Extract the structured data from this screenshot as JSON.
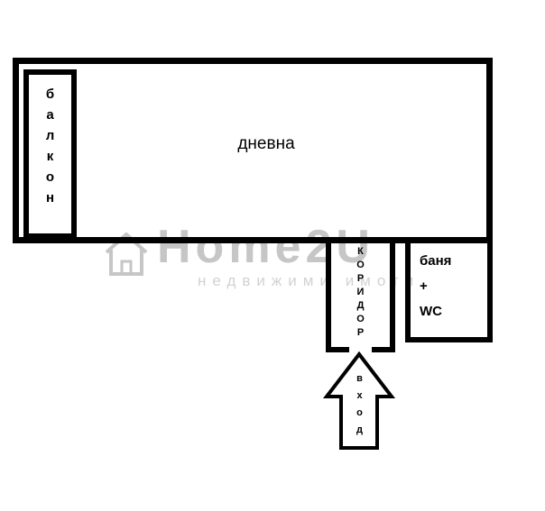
{
  "colors": {
    "wall": "#000000",
    "background": "#ffffff",
    "watermark_brand": "#c6c6c6",
    "watermark_subtitle": "#d2d2d2"
  },
  "watermark": {
    "brand": "Home2U",
    "subtitle": "недвижими имоти",
    "icon": "house-icon"
  },
  "rooms": {
    "living": {
      "label": "дневна"
    },
    "balcony": {
      "label": "балкон",
      "letters": [
        "б",
        "а",
        "л",
        "к",
        "о",
        "н"
      ]
    },
    "corridor": {
      "label": "коридор",
      "letters": [
        "К",
        "О",
        "Р",
        "И",
        "Д",
        "О",
        "Р"
      ]
    },
    "bath": {
      "label": "баня + WC",
      "lines": [
        "баня",
        "+",
        "WC"
      ]
    },
    "entrance": {
      "label": "вход",
      "letters": [
        "в",
        "х",
        "о",
        "д"
      ]
    }
  }
}
